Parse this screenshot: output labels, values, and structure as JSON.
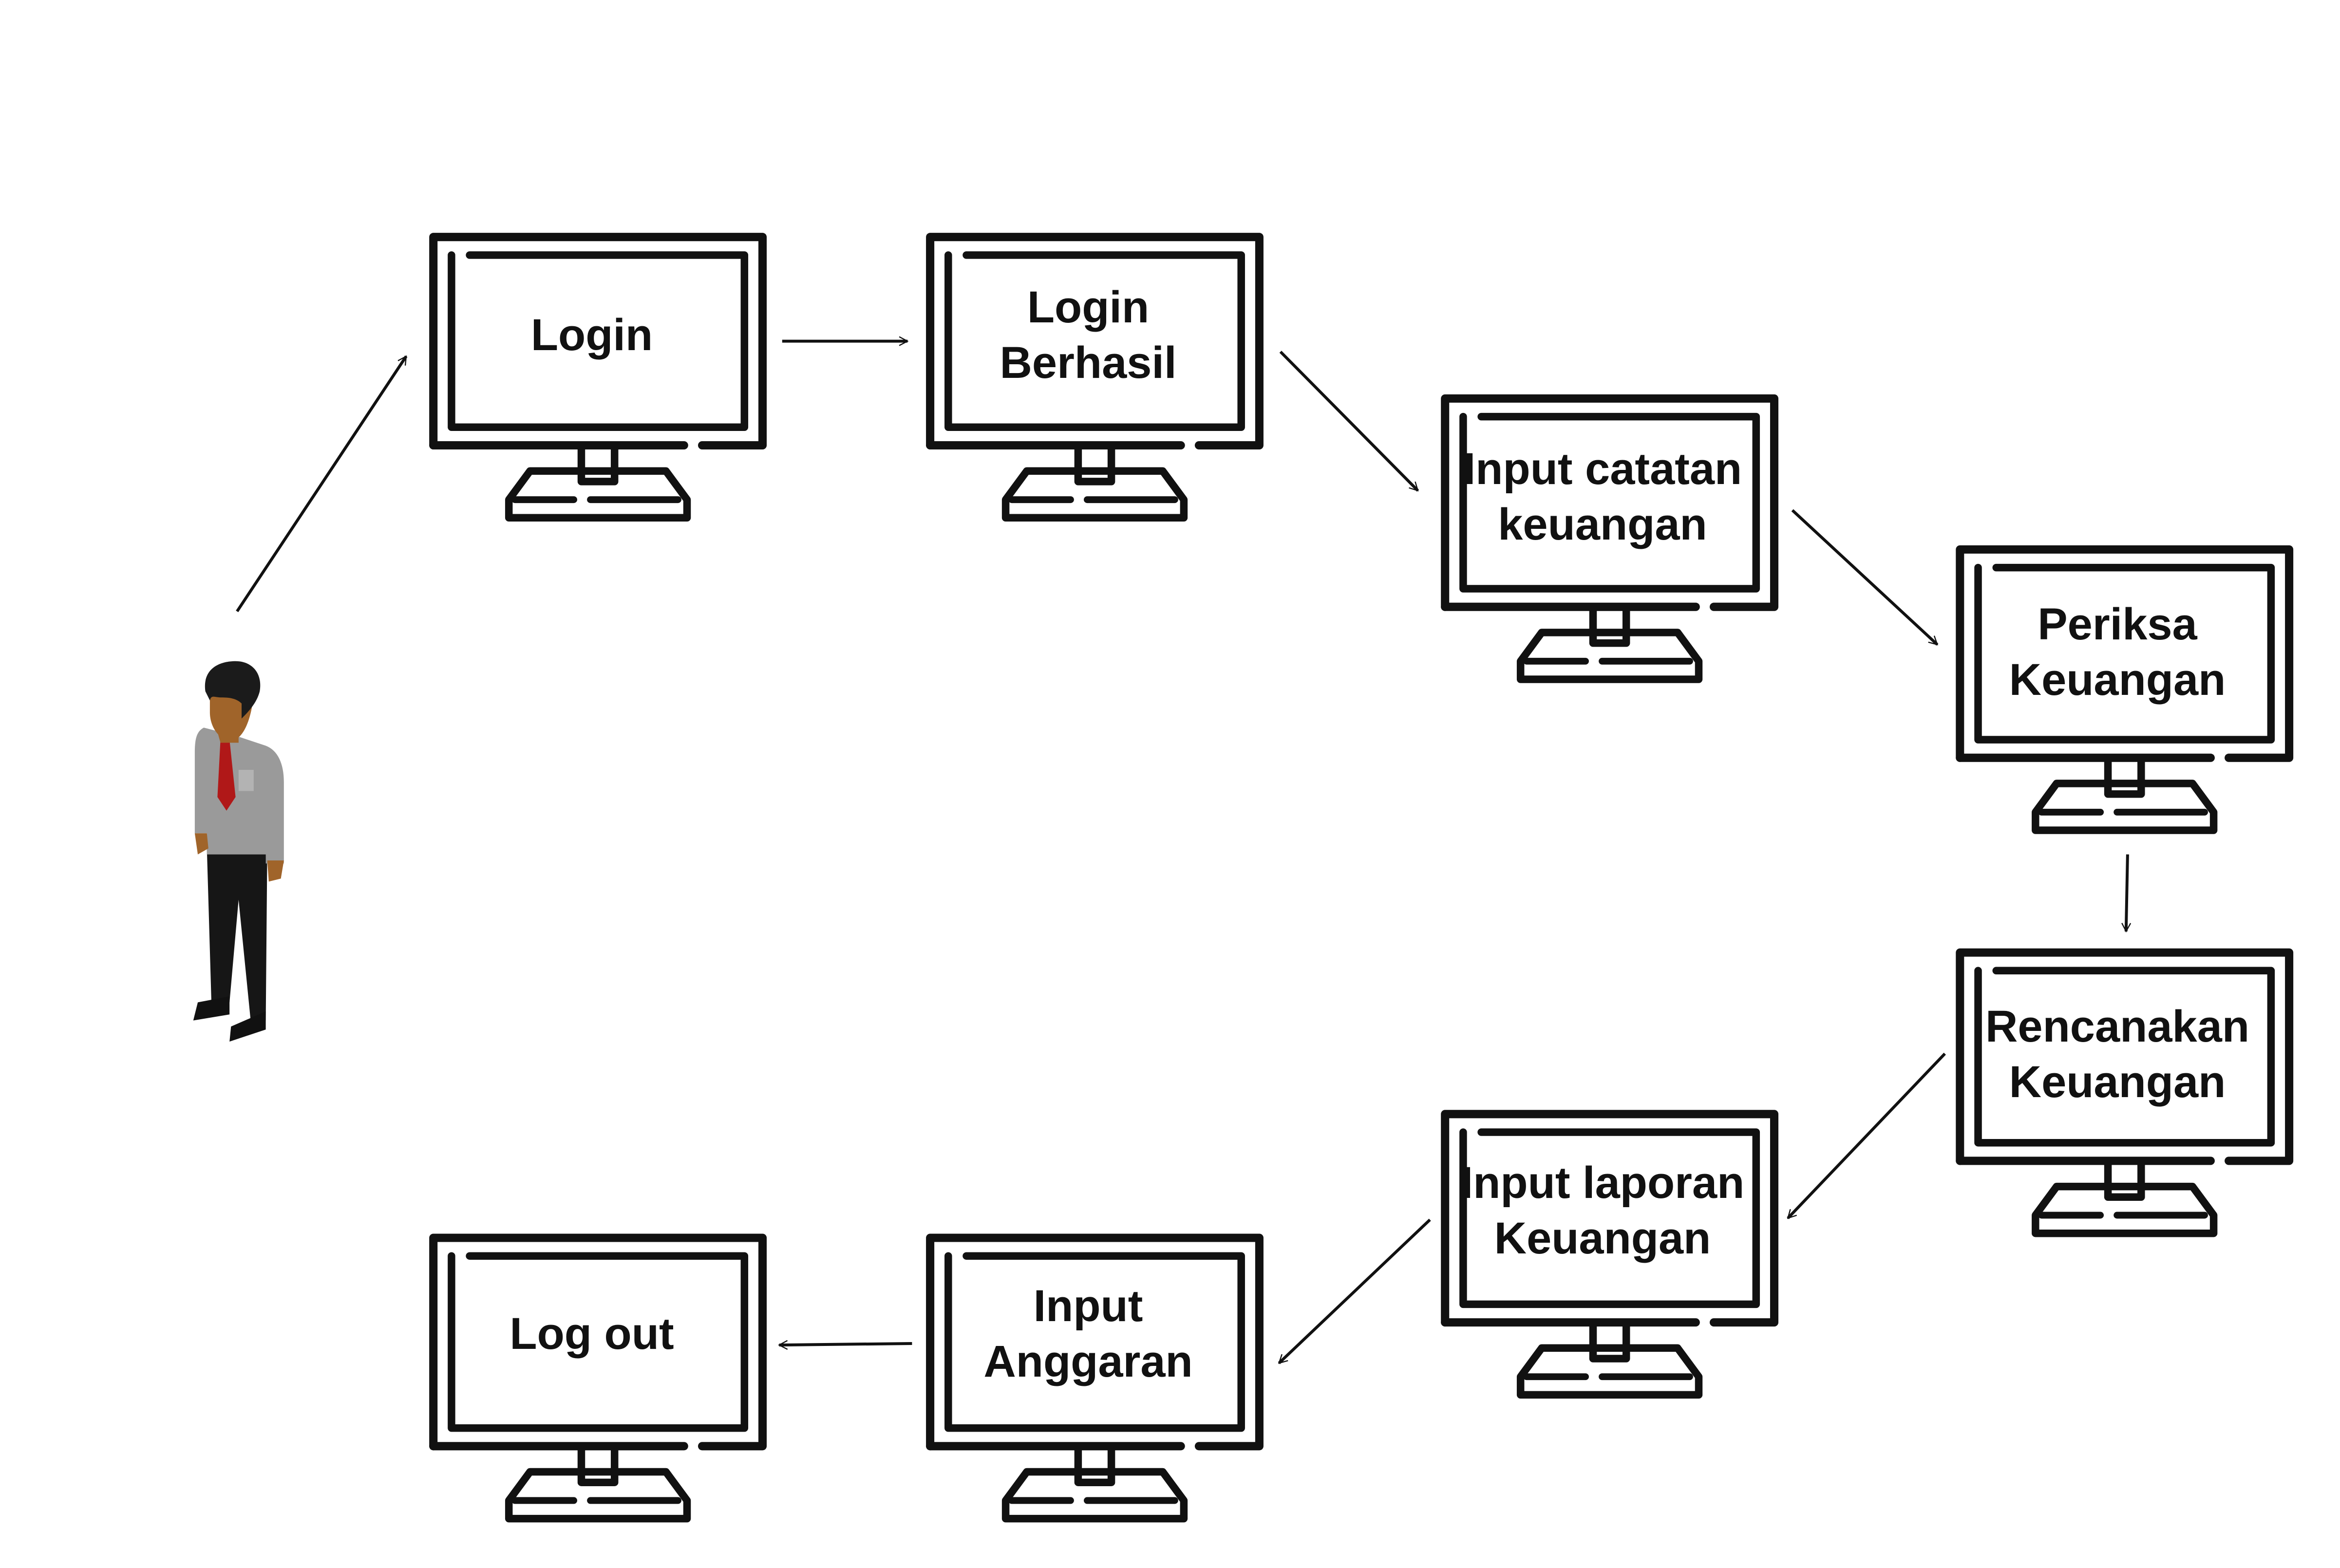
{
  "diagram": {
    "actor": {
      "name": "user-figure"
    },
    "steps": [
      {
        "id": "login",
        "label": "Login"
      },
      {
        "id": "login-success",
        "label": "Login\nBerhasil"
      },
      {
        "id": "input-records",
        "label": "Input catatan\nkeuangan"
      },
      {
        "id": "check-finance",
        "label": "Periksa\nKeuangan"
      },
      {
        "id": "plan-finance",
        "label": "Rencanakan\nKeuangan"
      },
      {
        "id": "input-report",
        "label": "Input laporan\nKeuangan"
      },
      {
        "id": "input-budget",
        "label": "Input\nAnggaran"
      },
      {
        "id": "logout",
        "label": "Log out"
      }
    ],
    "flow": [
      [
        "actor",
        "login"
      ],
      [
        "login",
        "login-success"
      ],
      [
        "login-success",
        "input-records"
      ],
      [
        "input-records",
        "check-finance"
      ],
      [
        "check-finance",
        "plan-finance"
      ],
      [
        "plan-finance",
        "input-report"
      ],
      [
        "input-report",
        "input-budget"
      ],
      [
        "input-budget",
        "logout"
      ]
    ]
  },
  "colors": {
    "line": "#111111",
    "skin": "#a0642a",
    "hair": "#1b1b1b",
    "shirt": "#9a9a9a",
    "tie": "#b01818",
    "pants": "#161616"
  }
}
